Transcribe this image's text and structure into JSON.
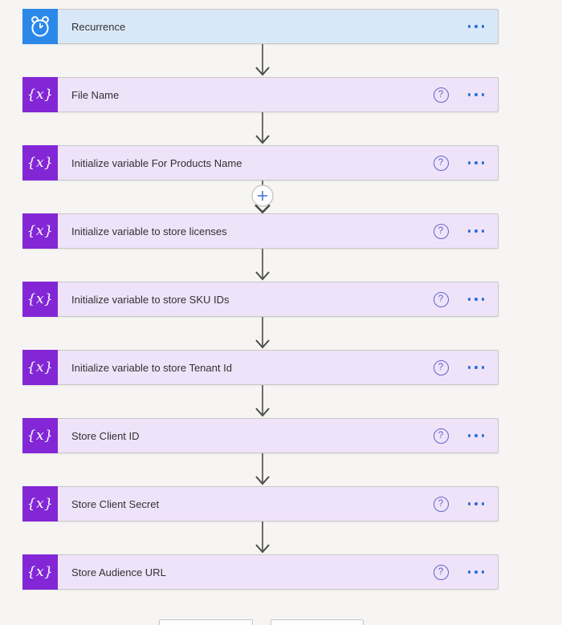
{
  "page": {
    "background": "#f6f5f3"
  },
  "flow": {
    "steps": [
      {
        "title": "Recurrence",
        "kind": "trigger",
        "icon": "alarm-clock-icon",
        "has_help": false,
        "has_menu": true
      },
      {
        "title": "File Name",
        "kind": "action",
        "icon": "variable-icon",
        "has_help": true,
        "has_menu": true
      },
      {
        "title": "Initialize variable For Products Name",
        "kind": "action",
        "icon": "variable-icon",
        "has_help": true,
        "has_menu": true,
        "has_insert_button_below": true
      },
      {
        "title": "Initialize variable to store licenses",
        "kind": "action",
        "icon": "variable-icon",
        "has_help": true,
        "has_menu": true
      },
      {
        "title": "Initialize variable to store SKU IDs",
        "kind": "action",
        "icon": "variable-icon",
        "has_help": true,
        "has_menu": true
      },
      {
        "title": "Initialize variable to store Tenant Id",
        "kind": "action",
        "icon": "variable-icon",
        "has_help": true,
        "has_menu": true
      },
      {
        "title": "Store Client ID",
        "kind": "action",
        "icon": "variable-icon",
        "has_help": true,
        "has_menu": true
      },
      {
        "title": "Store Client Secret",
        "kind": "action",
        "icon": "variable-icon",
        "has_help": true,
        "has_menu": true
      },
      {
        "title": "Store Audience URL",
        "kind": "action",
        "icon": "variable-icon",
        "has_help": true,
        "has_menu": true
      }
    ]
  },
  "icons": {
    "variable_glyph": "{x}",
    "help_glyph": "?"
  },
  "colors": {
    "trigger_icon_bg": "#2b88e8",
    "trigger_card_bg": "#d9e8f9",
    "action_icon_bg": "#8327d6",
    "action_card_bg": "#efe3fa",
    "card_border": "#c8c6c4",
    "arrow": "#4a4a48",
    "help_icon": "#6065c9",
    "menu_dots": "#2e6fd6",
    "insert_plus": "#4577d2",
    "text": "#323130",
    "page_bg": "#f6f5f3"
  },
  "footer": {
    "partial_buttons_visible": 2
  }
}
